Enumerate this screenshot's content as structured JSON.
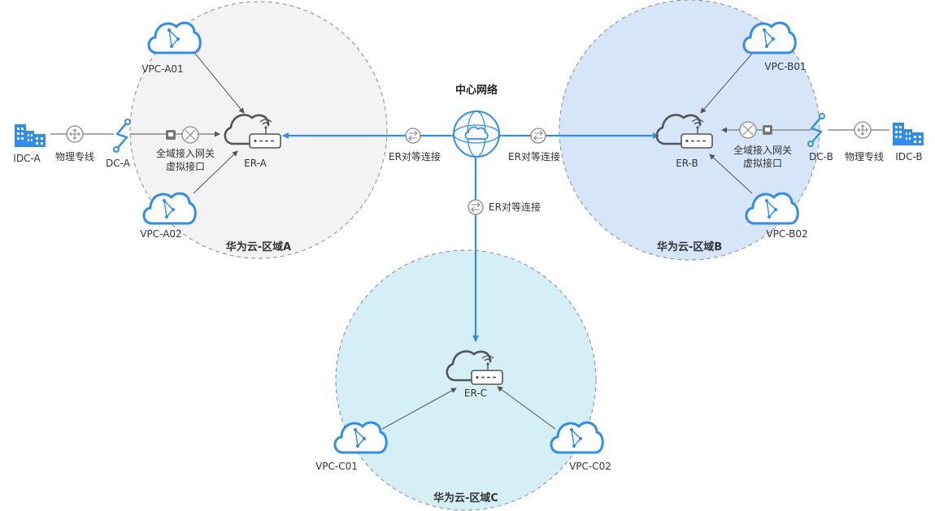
{
  "hub": {
    "label": "中心网络"
  },
  "regions": {
    "a": {
      "label": "华为云-区域A"
    },
    "b": {
      "label": "华为云-区域B"
    },
    "c": {
      "label": "华为云-区域C"
    }
  },
  "routers": {
    "a": {
      "label": "ER-A"
    },
    "b": {
      "label": "ER-B"
    },
    "c": {
      "label": "ER-C"
    }
  },
  "vpcs": {
    "a01": "VPC-A01",
    "a02": "VPC-A02",
    "b01": "VPC-B01",
    "b02": "VPC-B02",
    "c01": "VPC-C01",
    "c02": "VPC-C02"
  },
  "idc": {
    "a": "IDC-A",
    "b": "IDC-B"
  },
  "dc": {
    "a": "DC-A",
    "b": "DC-B"
  },
  "physical_line_label": "物理专线",
  "gateway_label": {
    "line1": "全域接入网关",
    "line2": "虚拟接口"
  },
  "peering_label": "ER对等连接",
  "colors": {
    "accent": "#2f8df2",
    "region_a_fill": "#f3f3f3",
    "region_b_fill": "#d6e6f8",
    "region_c_fill": "#d5eff6",
    "line": "#555555"
  }
}
